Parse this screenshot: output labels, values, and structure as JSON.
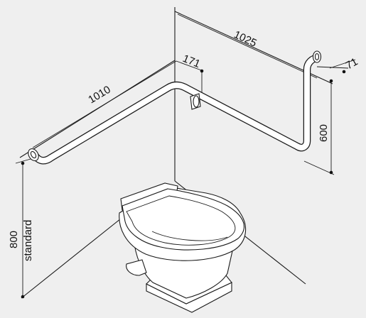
{
  "diagram": {
    "labels": {
      "dim_rail_left": "1010",
      "dim_rail_back": "1025",
      "dim_offset_corner": "171",
      "dim_offset_right": "71",
      "dim_vertical": "600",
      "dim_height": "800",
      "dim_height_note": "standard"
    },
    "colors": {
      "background": "#efefef",
      "line": "#1a1a1a",
      "fill": "#ffffff"
    }
  }
}
